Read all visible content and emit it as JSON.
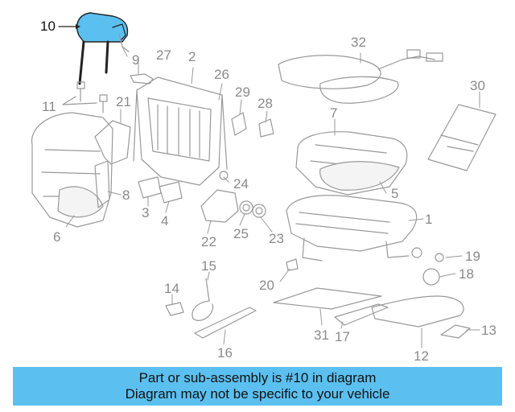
{
  "diagram": {
    "highlight_color": "#5bc0f0",
    "line_color": "#999999",
    "callouts": {
      "c1": "1",
      "c2": "2",
      "c3": "3",
      "c4": "4",
      "c5": "5",
      "c6": "6",
      "c7": "7",
      "c8": "8",
      "c9": "9",
      "c10": "10",
      "c11": "11",
      "c12": "12",
      "c13": "13",
      "c14": "14",
      "c15": "15",
      "c16": "16",
      "c17": "17",
      "c18": "18",
      "c19": "19",
      "c20": "20",
      "c21": "21",
      "c22": "22",
      "c23": "23",
      "c24": "24",
      "c25": "25",
      "c26": "26",
      "c27": "27",
      "c28": "28",
      "c29": "29",
      "c30": "30",
      "c31": "31",
      "c32": "32"
    }
  },
  "banner": {
    "line1": "Part or sub-assembly is #10 in diagram",
    "line2": "Diagram may not be specific to your vehicle"
  }
}
